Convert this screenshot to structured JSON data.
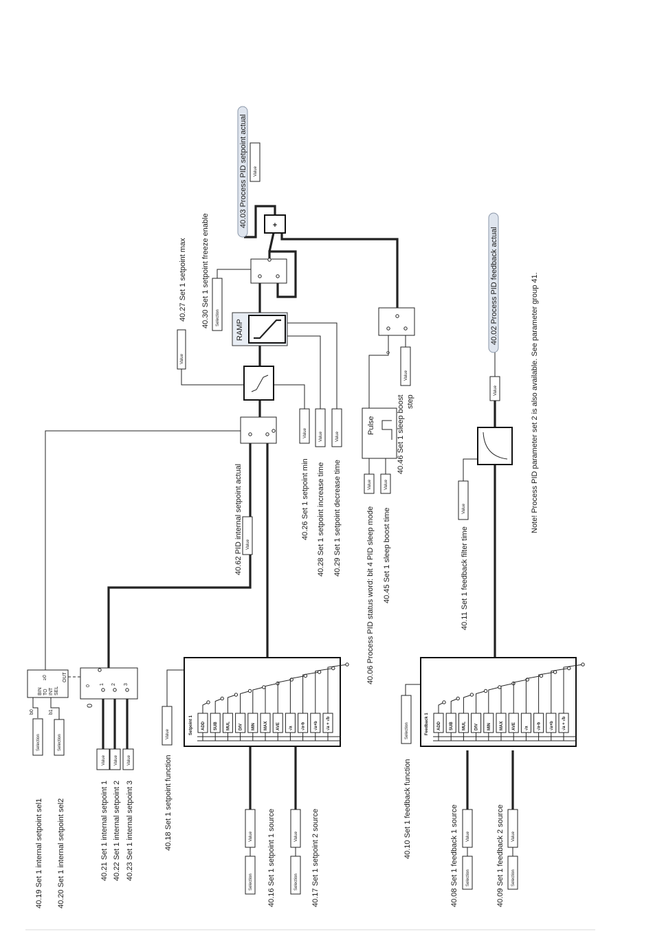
{
  "labels": {
    "p4019": "40.19 Set 1 internal setpoint sel1",
    "p4020": "40.20 Set 1 internal setpoint sel2",
    "p4021": "40.21 Set 1 internal setpoint 1",
    "p4022": "40.22 Set 1 internal setpoint 2",
    "p4023": "40.23 Set 1 internal setpoint 3",
    "p4018": "40.18 Set 1 setpoint function",
    "p4016": "40.16 Set 1 setpoint 1 source",
    "p4017": "40.17 Set 1 setpoint 2 source",
    "p4062": "40.62 PID internal setpoint actual",
    "p4026": "40.26 Set 1 setpoint min",
    "p4028": "40.28 Set 1 setpoint increase time",
    "p4029": "40.29 Set 1 setpoint decrease time",
    "p4027": "40.27 Set 1 setpoint max",
    "p4030": "40.30 Set 1 setpoint freeze enable",
    "p4003": "40.03 Process PID setpoint actual",
    "p4006": "40.06 Process PID status word: bit 4 PID sleep mode",
    "p4045": "40.45 Set 1 sleep boost time",
    "p4046_a": "40.46 Set 1 sleep boost",
    "p4046_b": "step",
    "p4010": "40.10 Set 1 feedback function",
    "p4008": "40.08 Set 1 feedback 1 source",
    "p4009": "40.09 Set 1 feedback 2 source",
    "p4011": "40.11 Set 1 feedback filter time",
    "p4002": "40.02 Process PID feedback actual",
    "note": "Note! Process PID parameter set 2 is also available. See parameter group 41."
  },
  "tags": {
    "value": "Value",
    "selection": "Selection",
    "ramp": "RAMP",
    "pulse": "Pulse",
    "plus": "+",
    "zero": "0",
    "one": "1",
    "two": "2",
    "three": "3",
    "b0": "b0",
    "b1": "b1",
    "bin": "BIN",
    "to": "TO",
    "int": "INT",
    "sel": "SEL",
    "out": "OUT",
    "ge0": "≥0"
  },
  "setpoint_block": {
    "title": "Setpoint 1",
    "functions": [
      "ADD",
      "SUB",
      "MUL",
      "DIV",
      "MIN",
      "MAX",
      "AVE",
      "√a",
      "√a-b",
      "√a+b",
      "√a + √b"
    ]
  },
  "feedback_block": {
    "title": "Feedback 1",
    "functions": [
      "ADD",
      "SUB",
      "MUL",
      "DIV",
      "MIN",
      "MAX",
      "AVE",
      "√a",
      "√a-b",
      "√a+b",
      "√a + √b"
    ]
  }
}
